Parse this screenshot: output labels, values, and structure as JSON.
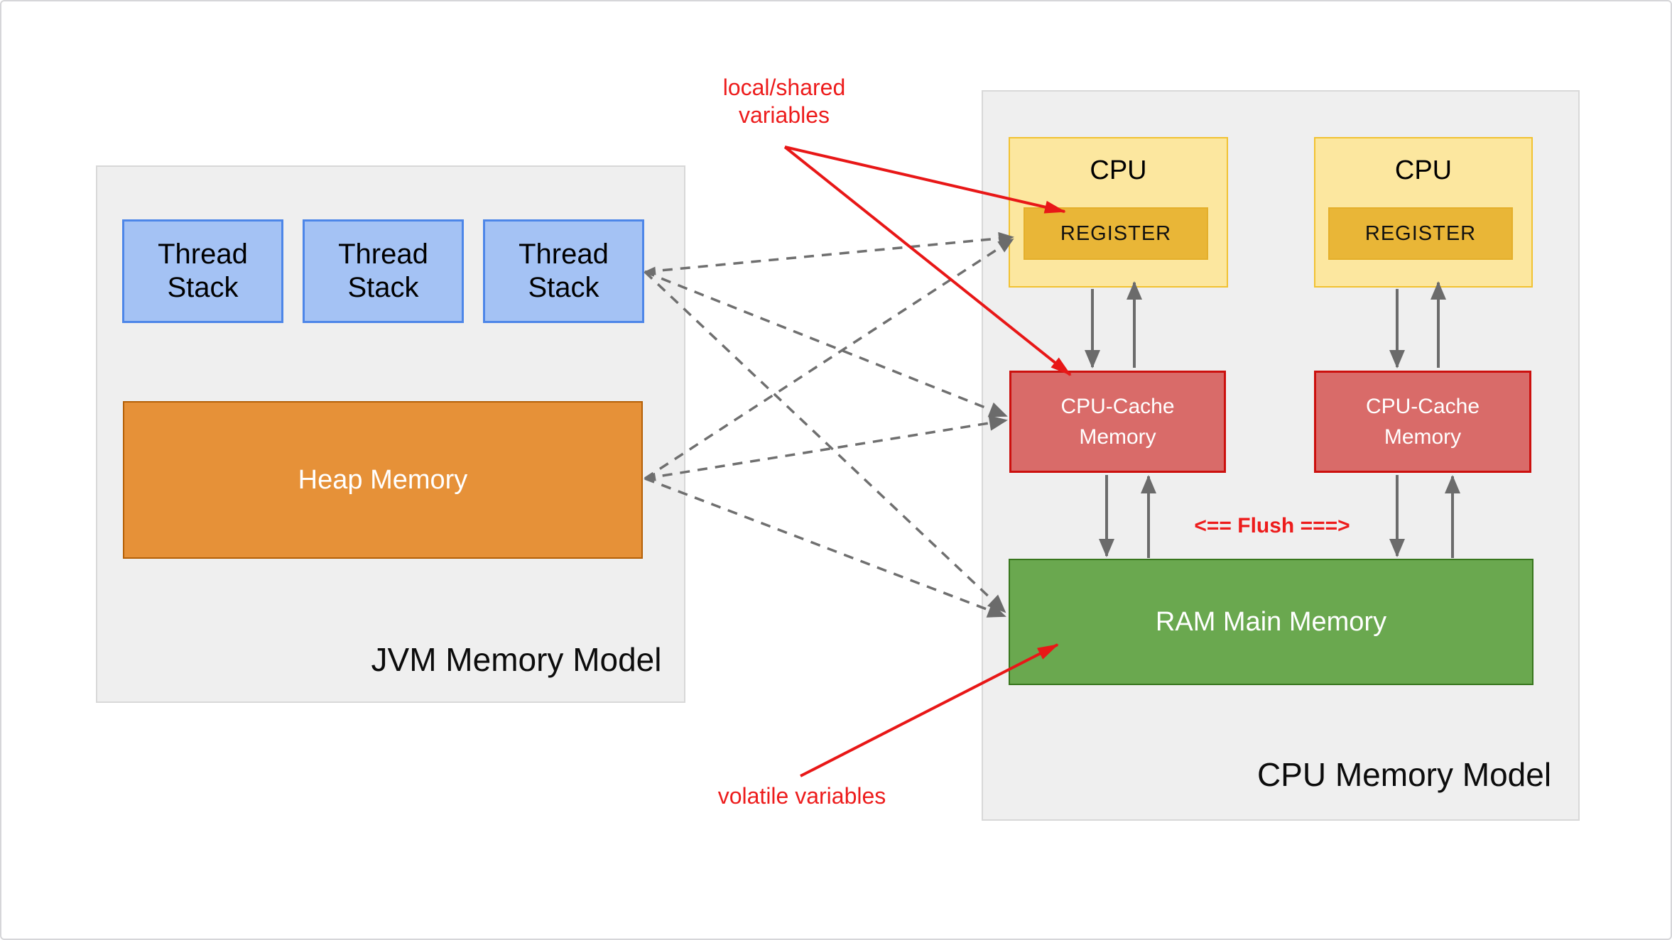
{
  "jvm": {
    "title": "JVM Memory Model",
    "thread_stacks": [
      {
        "lines": [
          "Thread",
          "Stack"
        ]
      },
      {
        "lines": [
          "Thread",
          "Stack"
        ]
      },
      {
        "lines": [
          "Thread",
          "Stack"
        ]
      }
    ],
    "heap_label": "Heap Memory"
  },
  "cpu": {
    "title": "CPU Memory Model",
    "units": [
      {
        "cpu_label": "CPU",
        "register_label": "REGISTER",
        "cache_lines": [
          "CPU-Cache",
          "Memory"
        ]
      },
      {
        "cpu_label": "CPU",
        "register_label": "REGISTER",
        "cache_lines": [
          "CPU-Cache",
          "Memory"
        ]
      }
    ],
    "ram_label": "RAM Main Memory",
    "flush_label": "<== Flush ===>"
  },
  "annotations": {
    "local_shared": {
      "lines": [
        "local/shared",
        "variables"
      ]
    },
    "volatile_label": "volatile variables"
  },
  "colors": {
    "panel_bg": "#efefef",
    "thread_stack_fill": "#a4c2f4",
    "thread_stack_border": "#4d86e8",
    "heap_fill": "#e69138",
    "heap_border": "#b45f06",
    "cpu_fill": "#fce79f",
    "cpu_border": "#f1c232",
    "register_fill": "#e9b637",
    "cache_fill": "#d96b69",
    "cache_border": "#cc100e",
    "ram_fill": "#6aa84f",
    "ram_border": "#38761d",
    "annotation_red": "#ed1c1c",
    "arrow_gray": "#6b6b6b"
  }
}
